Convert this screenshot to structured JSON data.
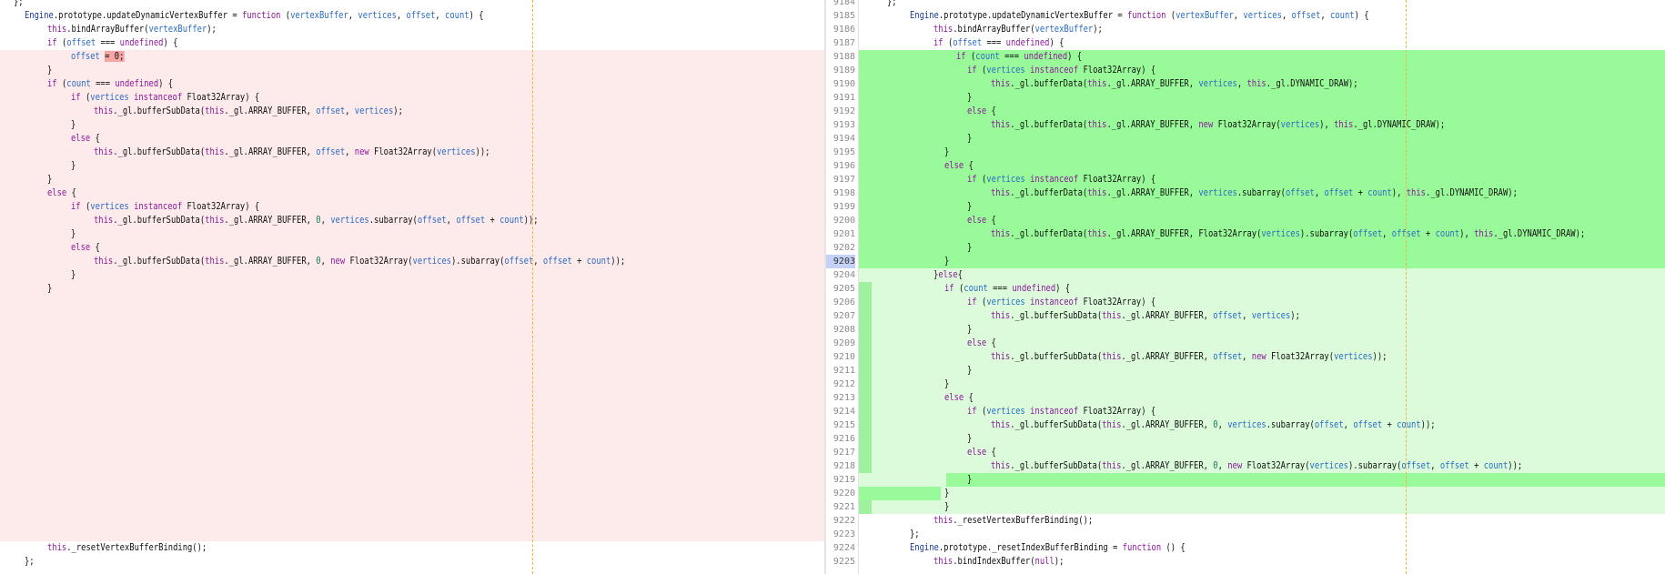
{
  "colors": {
    "left_block": "#fdeaea",
    "left_inline": "#f7a6a6",
    "right_changed": "#99fa99",
    "right_added": "#dbfbdb",
    "right_marker": "#9ff09f",
    "current_line": "#c4d2f7",
    "margin_guide": "#f2b23c"
  },
  "left_pane": {
    "lines": [
      {
        "text": "};",
        "indent": 1,
        "bg": null
      },
      {
        "text": "Engine.prototype.updateDynamicVertexBuffer = function (vertexBuffer, vertices, offset, count) {",
        "indent": 2,
        "bg": null
      },
      {
        "text": "this.bindArrayBuffer(vertexBuffer);",
        "indent": 4,
        "bg": null
      },
      {
        "text": "if (offset === undefined) {",
        "indent": 4,
        "bg": null
      },
      {
        "text": "offset = 0;",
        "indent": 6,
        "bg": "removed",
        "highlight": "= 0;"
      },
      {
        "text": "}",
        "indent": 4,
        "bg": "removed"
      },
      {
        "text": "if (count === undefined) {",
        "indent": 4,
        "bg": "removed"
      },
      {
        "text": "if (vertices instanceof Float32Array) {",
        "indent": 6,
        "bg": "removed"
      },
      {
        "text": "this._gl.bufferSubData(this._gl.ARRAY_BUFFER, offset, vertices);",
        "indent": 8,
        "bg": "removed"
      },
      {
        "text": "}",
        "indent": 6,
        "bg": "removed"
      },
      {
        "text": "else {",
        "indent": 6,
        "bg": "removed"
      },
      {
        "text": "this._gl.bufferSubData(this._gl.ARRAY_BUFFER, offset, new Float32Array(vertices));",
        "indent": 8,
        "bg": "removed"
      },
      {
        "text": "}",
        "indent": 6,
        "bg": "removed"
      },
      {
        "text": "}",
        "indent": 4,
        "bg": "removed"
      },
      {
        "text": "else {",
        "indent": 4,
        "bg": "removed"
      },
      {
        "text": "if (vertices instanceof Float32Array) {",
        "indent": 6,
        "bg": "removed"
      },
      {
        "text": "this._gl.bufferSubData(this._gl.ARRAY_BUFFER, 0, vertices.subarray(offset, offset + count));",
        "indent": 8,
        "bg": "removed"
      },
      {
        "text": "}",
        "indent": 6,
        "bg": "removed"
      },
      {
        "text": "else {",
        "indent": 6,
        "bg": "removed"
      },
      {
        "text": "this._gl.bufferSubData(this._gl.ARRAY_BUFFER, 0, new Float32Array(vertices).subarray(offset, offset + count));",
        "indent": 8,
        "bg": "removed"
      },
      {
        "text": "}",
        "indent": 6,
        "bg": "removed"
      },
      {
        "text": "}",
        "indent": 4,
        "bg": "removed"
      },
      {
        "text": "",
        "indent": 0,
        "bg": "removed"
      },
      {
        "text": "",
        "indent": 0,
        "bg": "removed"
      },
      {
        "text": "",
        "indent": 0,
        "bg": "removed"
      },
      {
        "text": "",
        "indent": 0,
        "bg": "removed"
      },
      {
        "text": "",
        "indent": 0,
        "bg": "removed"
      },
      {
        "text": "",
        "indent": 0,
        "bg": "removed"
      },
      {
        "text": "",
        "indent": 0,
        "bg": "removed"
      },
      {
        "text": "",
        "indent": 0,
        "bg": "removed"
      },
      {
        "text": "",
        "indent": 0,
        "bg": "removed"
      },
      {
        "text": "",
        "indent": 0,
        "bg": "removed"
      },
      {
        "text": "",
        "indent": 0,
        "bg": "removed"
      },
      {
        "text": "",
        "indent": 0,
        "bg": "removed"
      },
      {
        "text": "",
        "indent": 0,
        "bg": "removed"
      },
      {
        "text": "",
        "indent": 0,
        "bg": "removed"
      },
      {
        "text": "",
        "indent": 0,
        "bg": "removed"
      },
      {
        "text": "",
        "indent": 0,
        "bg": "removed"
      },
      {
        "text": "",
        "indent": 0,
        "bg": "removed"
      },
      {
        "text": "",
        "indent": 0,
        "bg": "removed"
      },
      {
        "text": "this._resetVertexBufferBinding();",
        "indent": 4,
        "bg": null
      },
      {
        "text": "};",
        "indent": 2,
        "bg": null
      }
    ]
  },
  "right_pane": {
    "lines": [
      {
        "num": "9184",
        "text": "};",
        "indent": 2,
        "bg": null
      },
      {
        "num": "9185",
        "text": "Engine.prototype.updateDynamicVertexBuffer = function (vertexBuffer, vertices, offset, count) {",
        "indent": 4,
        "bg": null
      },
      {
        "num": "9186",
        "text": "this.bindArrayBuffer(vertexBuffer);",
        "indent": 6,
        "bg": null
      },
      {
        "num": "9187",
        "text": "if (offset === undefined) {",
        "indent": 6,
        "bg": null
      },
      {
        "num": "9188",
        "text": "if (count === undefined) {",
        "indent": 8,
        "bg": "changed"
      },
      {
        "num": "9189",
        "text": "if (vertices instanceof Float32Array) {",
        "indent": 9,
        "bg": "changed"
      },
      {
        "num": "9190",
        "text": "this._gl.bufferData(this._gl.ARRAY_BUFFER, vertices, this._gl.DYNAMIC_DRAW);",
        "indent": 11,
        "bg": "changed"
      },
      {
        "num": "9191",
        "text": "}",
        "indent": 9,
        "bg": "changed"
      },
      {
        "num": "9192",
        "text": "else {",
        "indent": 9,
        "bg": "changed"
      },
      {
        "num": "9193",
        "text": "this._gl.bufferData(this._gl.ARRAY_BUFFER, new Float32Array(vertices), this._gl.DYNAMIC_DRAW);",
        "indent": 11,
        "bg": "changed"
      },
      {
        "num": "9194",
        "text": "}",
        "indent": 9,
        "bg": "changed"
      },
      {
        "num": "9195",
        "text": "}",
        "indent": 7,
        "bg": "changed"
      },
      {
        "num": "9196",
        "text": "else {",
        "indent": 7,
        "bg": "changed"
      },
      {
        "num": "9197",
        "text": "if (vertices instanceof Float32Array) {",
        "indent": 9,
        "bg": "changed"
      },
      {
        "num": "9198",
        "text": "this._gl.bufferData(this._gl.ARRAY_BUFFER, vertices.subarray(offset, offset + count), this._gl.DYNAMIC_DRAW);",
        "indent": 11,
        "bg": "changed"
      },
      {
        "num": "9199",
        "text": "}",
        "indent": 9,
        "bg": "changed"
      },
      {
        "num": "9200",
        "text": "else {",
        "indent": 9,
        "bg": "changed"
      },
      {
        "num": "9201",
        "text": "this._gl.bufferData(this._gl.ARRAY_BUFFER, Float32Array(vertices).subarray(offset, offset + count), this._gl.DYNAMIC_DRAW);",
        "indent": 11,
        "bg": "changed"
      },
      {
        "num": "9202",
        "text": "}",
        "indent": 9,
        "bg": "changed"
      },
      {
        "num": "9203",
        "text": "}",
        "indent": 7,
        "bg": "changed_current"
      },
      {
        "num": "9204",
        "text": "}else{",
        "indent": 6,
        "bg": "added"
      },
      {
        "num": "9205",
        "text": "if (count === undefined) {",
        "indent": 7,
        "bg": "added",
        "marker": true
      },
      {
        "num": "9206",
        "text": "if (vertices instanceof Float32Array) {",
        "indent": 9,
        "bg": "added",
        "marker": true
      },
      {
        "num": "9207",
        "text": "this._gl.bufferSubData(this._gl.ARRAY_BUFFER, offset, vertices);",
        "indent": 11,
        "bg": "added",
        "marker": true
      },
      {
        "num": "9208",
        "text": "}",
        "indent": 9,
        "bg": "added",
        "marker": true
      },
      {
        "num": "9209",
        "text": "else {",
        "indent": 9,
        "bg": "added",
        "marker": true
      },
      {
        "num": "9210",
        "text": "this._gl.bufferSubData(this._gl.ARRAY_BUFFER, offset, new Float32Array(vertices));",
        "indent": 11,
        "bg": "added",
        "marker": true
      },
      {
        "num": "9211",
        "text": "}",
        "indent": 9,
        "bg": "added",
        "marker": true
      },
      {
        "num": "9212",
        "text": "}",
        "indent": 7,
        "bg": "added",
        "marker": true
      },
      {
        "num": "9213",
        "text": "else {",
        "indent": 7,
        "bg": "added",
        "marker": true
      },
      {
        "num": "9214",
        "text": "if (vertices instanceof Float32Array) {",
        "indent": 9,
        "bg": "added",
        "marker": true
      },
      {
        "num": "9215",
        "text": "this._gl.bufferSubData(this._gl.ARRAY_BUFFER, 0, vertices.subarray(offset, offset + count));",
        "indent": 11,
        "bg": "added",
        "marker": true
      },
      {
        "num": "9216",
        "text": "}",
        "indent": 9,
        "bg": "added",
        "marker": true
      },
      {
        "num": "9217",
        "text": "else {",
        "indent": 9,
        "bg": "added",
        "marker": true
      },
      {
        "num": "9218",
        "text": "this._gl.bufferSubData(this._gl.ARRAY_BUFFER, 0, new Float32Array(vertices).subarray(offset, offset + count));",
        "indent": 11,
        "bg": "added",
        "marker": true
      },
      {
        "num": "9219",
        "text": "}",
        "indent": 9,
        "bg": "added_bright"
      },
      {
        "num": "9220",
        "text": "}",
        "indent": 7,
        "bg": "added_partial"
      },
      {
        "num": "9221",
        "text": "}",
        "indent": 7,
        "bg": "added",
        "marker": true
      },
      {
        "num": "9222",
        "text": "this._resetVertexBufferBinding();",
        "indent": 6,
        "bg": null
      },
      {
        "num": "9223",
        "text": "};",
        "indent": 4,
        "bg": null
      },
      {
        "num": "9224",
        "text": "Engine.prototype._resetIndexBufferBinding = function () {",
        "indent": 4,
        "bg": null
      },
      {
        "num": "9225",
        "text": "this.bindIndexBuffer(null);",
        "indent": 6,
        "bg": null
      }
    ]
  }
}
